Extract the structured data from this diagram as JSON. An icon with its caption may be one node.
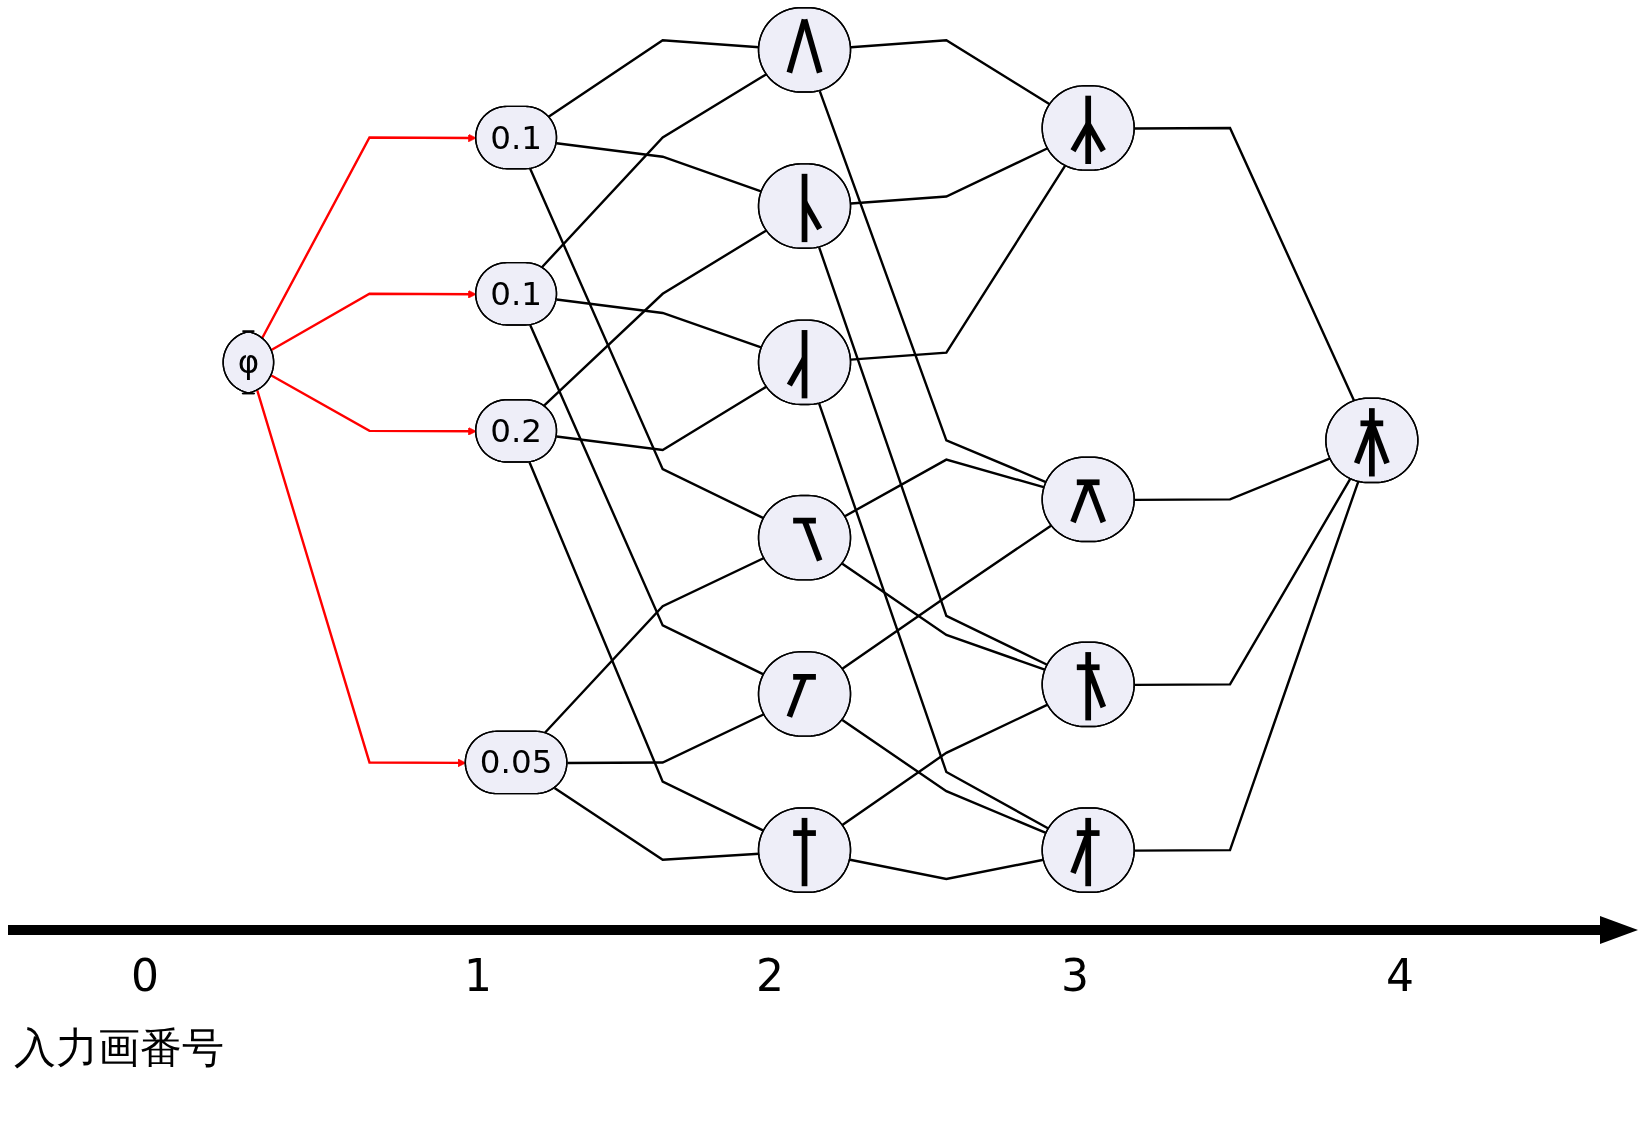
{
  "diagram": {
    "nodes": [
      {
        "text": [
          "φ"
        ]
      },
      {
        "text": [
          "0.1"
        ]
      },
      {
        "text": [
          "0.1"
        ]
      },
      {
        "text": [
          "0.2"
        ]
      },
      {
        "text": [
          "0.05"
        ]
      },
      {
        "text": [],
        "shape": "picture"
      },
      {
        "text": [],
        "shape": "picture"
      },
      {
        "text": [],
        "shape": "picture"
      },
      {
        "text": [],
        "shape": "picture"
      },
      {
        "text": [],
        "shape": "picture"
      },
      {
        "text": [],
        "shape": "picture"
      },
      {
        "text": [],
        "shape": "picture"
      },
      {
        "text": [],
        "shape": "picture"
      },
      {
        "text": [],
        "shape": "picture"
      },
      {
        "text": [],
        "shape": "picture"
      },
      {
        "text": [],
        "shape": "picture"
      }
    ],
    "edges": [
      {
        "from": 0,
        "to": 1,
        "arrow": "to",
        "color": "#ff0000"
      },
      {
        "from": 0,
        "to": 2,
        "arrow": "to",
        "color": "#ff0000"
      },
      {
        "from": 0,
        "to": 3,
        "arrow": "to",
        "color": "#ff0000"
      },
      {
        "from": 0,
        "to": 4,
        "arrow": "to",
        "color": "#ff0000"
      },
      {
        "from": 1,
        "to": 5,
        "arrow": "none"
      },
      {
        "from": 1,
        "to": 6,
        "arrow": "none"
      },
      {
        "from": 1,
        "to": 8,
        "arrow": "none"
      },
      {
        "from": 2,
        "to": 5,
        "arrow": "none"
      },
      {
        "from": 2,
        "to": 7,
        "arrow": "none"
      },
      {
        "from": 2,
        "to": 9,
        "arrow": "none"
      },
      {
        "from": 3,
        "to": 6,
        "arrow": "none"
      },
      {
        "from": 3,
        "to": 7,
        "arrow": "none"
      },
      {
        "from": 3,
        "to": 10,
        "arrow": "none"
      },
      {
        "from": 4,
        "to": 8,
        "arrow": "none"
      },
      {
        "from": 4,
        "to": 9,
        "arrow": "none"
      },
      {
        "from": 4,
        "to": 10,
        "arrow": "none"
      },
      {
        "from": 5,
        "to": 11,
        "arrow": "none"
      },
      {
        "from": 5,
        "to": 12,
        "arrow": "none"
      },
      {
        "from": 6,
        "to": 11,
        "arrow": "none"
      },
      {
        "from": 6,
        "to": 13,
        "arrow": "none"
      },
      {
        "from": 7,
        "to": 11,
        "arrow": "none"
      },
      {
        "from": 7,
        "to": 14,
        "arrow": "none"
      },
      {
        "from": 8,
        "to": 12,
        "arrow": "none"
      },
      {
        "from": 8,
        "to": 13,
        "arrow": "none"
      },
      {
        "from": 9,
        "to": 12,
        "arrow": "none"
      },
      {
        "from": 9,
        "to": 14,
        "arrow": "none"
      },
      {
        "from": 10,
        "to": 13,
        "arrow": "none"
      },
      {
        "from": 10,
        "to": 14,
        "arrow": "none"
      },
      {
        "from": 11,
        "to": 15,
        "arrow": "none"
      },
      {
        "from": 12,
        "to": 15,
        "arrow": "none"
      },
      {
        "from": 13,
        "to": 15,
        "arrow": "none"
      },
      {
        "from": 14,
        "to": 15,
        "arrow": "none"
      }
    ],
    "labels": [
      "0",
      "1",
      "2",
      "3",
      "4",
      "入力画番号"
    ]
  }
}
